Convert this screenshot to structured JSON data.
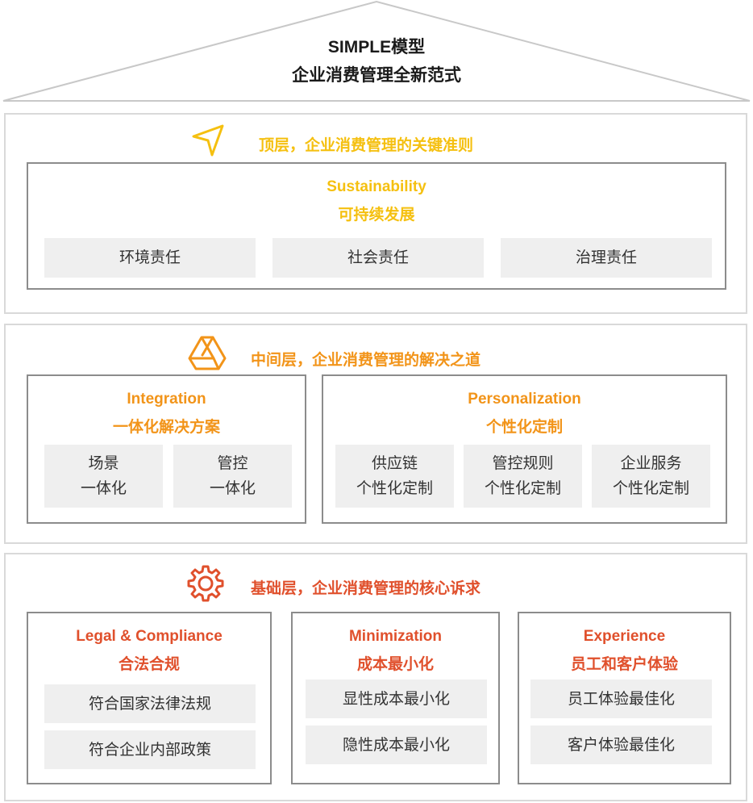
{
  "header": {
    "title": "SIMPLE模型",
    "subtitle": "企业消费管理全新范式"
  },
  "colors": {
    "top": "#f5c010",
    "middle": "#f29419",
    "base": "#e0502c",
    "border_light": "#d9d9d9",
    "border_dark": "#8c8c8c",
    "cell_bg": "#efefef"
  },
  "top_layer": {
    "icon": "navigation-arrow-icon",
    "label": "顶层，企业消费管理的关键准则",
    "box": {
      "title": "Sustainability",
      "subtitle": "可持续发展",
      "items": [
        "环境责任",
        "社会责任",
        "治理责任"
      ]
    }
  },
  "middle_layer": {
    "icon": "drive-triangle-icon",
    "label": "中间层，企业消费管理的解决之道",
    "boxes": [
      {
        "title": "Integration",
        "subtitle": "一体化解决方案",
        "items": [
          {
            "line1": "场景",
            "line2": "一体化"
          },
          {
            "line1": "管控",
            "line2": "一体化"
          }
        ]
      },
      {
        "title": "Personalization",
        "subtitle": "个性化定制",
        "items": [
          {
            "line1": "供应链",
            "line2": "个性化定制"
          },
          {
            "line1": "管控规则",
            "line2": "个性化定制"
          },
          {
            "line1": "企业服务",
            "line2": "个性化定制"
          }
        ]
      }
    ]
  },
  "base_layer": {
    "icon": "gear-icon",
    "label": "基础层，企业消费管理的核心诉求",
    "boxes": [
      {
        "title": "Legal & Compliance",
        "subtitle": "合法合规",
        "items": [
          "符合国家法律法规",
          "符合企业内部政策"
        ]
      },
      {
        "title": "Minimization",
        "subtitle": "成本最小化",
        "items": [
          "显性成本最小化",
          "隐性成本最小化"
        ]
      },
      {
        "title": "Experience",
        "subtitle": "员工和客户体验",
        "items": [
          "员工体验最佳化",
          "客户体验最佳化"
        ]
      }
    ]
  }
}
